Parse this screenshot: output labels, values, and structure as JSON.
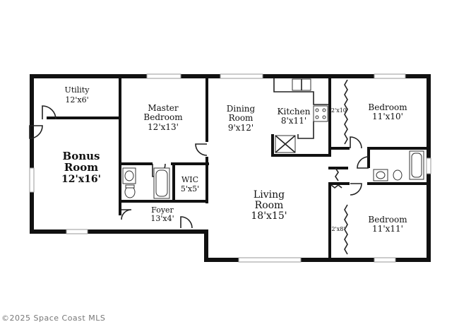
{
  "rooms": {
    "utility": {
      "name": "Utility",
      "size": "12'x6'"
    },
    "master_bedroom": {
      "name_line1": "Master",
      "name_line2": "Bedroom",
      "size": "12'x13'"
    },
    "dining_room": {
      "name_line1": "Dining",
      "name_line2": "Room",
      "size": "9'x12'"
    },
    "kitchen": {
      "name": "Kitchen",
      "size": "8'x11'"
    },
    "bedroom_1": {
      "name": "Bedroom",
      "size": "11'x10'"
    },
    "bonus_room": {
      "name_line1": "Bonus",
      "name_line2": "Room",
      "size": "12'x16'"
    },
    "wic": {
      "name": "WIC",
      "size": "5'x5'"
    },
    "living_room": {
      "name_line1": "Living",
      "name_line2": "Room",
      "size": "18'x15'"
    },
    "foyer": {
      "name": "Foyer",
      "size": "13'x4'"
    },
    "bedroom_2": {
      "name": "Bedroom",
      "size": "11'x11'"
    }
  },
  "closets": {
    "closet_1": "2'x10'",
    "closet_2": "2'x8'"
  },
  "copyright": "©2025 Space Coast MLS"
}
